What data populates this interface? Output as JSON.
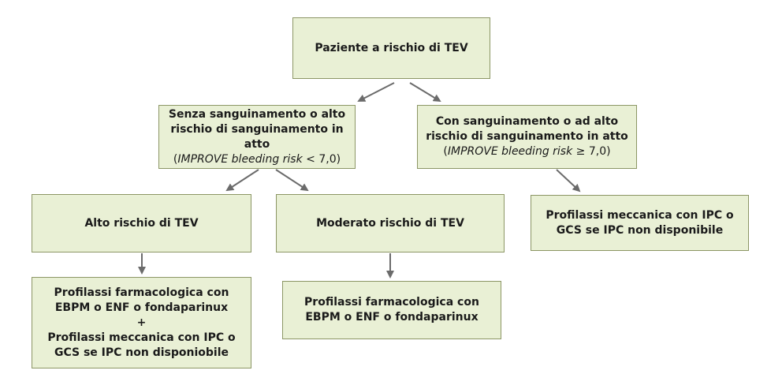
{
  "colors": {
    "box_fill": "#e9f0d5",
    "box_border": "#8c9665",
    "arrow": "#6b6b6b"
  },
  "nodes": {
    "root": {
      "line1": "Paziente a rischio di TEV"
    },
    "left": {
      "line1": "Senza sanguinamento o alto",
      "line2": "rischio di sanguinamento in atto",
      "score_open": "(",
      "score_name": "IMPROVE bleeding risk",
      "score_value": " < 7,0)"
    },
    "right": {
      "line1": "Con sanguinamento o ad alto",
      "line2": "rischio di sanguinamento in atto",
      "score_open": "(",
      "score_name": "IMPROVE bleeding risk",
      "score_value": " ≥ 7,0)"
    },
    "high": {
      "line1": "Alto rischio di TEV"
    },
    "moderate": {
      "line1": "Moderato rischio di TEV"
    },
    "mechanical": {
      "line1": "Profilassi meccanica con IPC o",
      "line2": "GCS se IPC non disponibile"
    },
    "high_result": {
      "line1": "Profilassi farmacologica con",
      "line2": "EBPM o ENF o fondaparinux",
      "line3": "+",
      "line4": "Profilassi meccanica con IPC o",
      "line5": "GCS se IPC non disponiobile"
    },
    "moderate_result": {
      "line1": "Profilassi farmacologica con",
      "line2": "EBPM o ENF o fondaparinux"
    }
  }
}
